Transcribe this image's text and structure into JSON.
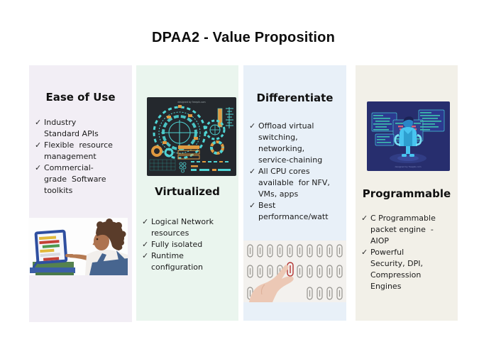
{
  "title": "DPAA2 - Value Proposition",
  "check_glyph": "✓",
  "background": "#ffffff",
  "title_color": "#0d0d0d",
  "columns": [
    {
      "id": "ease-of-use",
      "heading": "Ease of Use",
      "accent_bg": "#f2eef5",
      "items": [
        "Industry\nStandard APIs",
        "Flexible  resource\nmanagement",
        "Commercial-\ngrade  Software\ntoolkits"
      ],
      "image": {
        "name": "child-abacus-photo",
        "description": "Photo: child in denim overalls pointing at a blue abacus standing on books",
        "colors": {
          "abacus_frame": "#2f4fa0",
          "book_green": "#55824f",
          "book_blue": "#3c5fa6"
        }
      }
    },
    {
      "id": "virtualized",
      "heading": "Virtualized",
      "accent_bg": "#eaf5ee",
      "items": [
        "Logical Network\nresources",
        "Fully isolated",
        "Runtime\nconfiguration"
      ],
      "image": {
        "name": "hud-dashboard-illustration",
        "description": "Dark futuristic HUD dashboard with cyan dials and orange accents",
        "watermark": "designed by  freepik.com",
        "colors": {
          "bg": "#24282d",
          "cyan": "#4fd4d4",
          "orange": "#e09a40"
        }
      }
    },
    {
      "id": "differentiate",
      "heading": "Differentiate",
      "accent_bg": "#e8f0f8",
      "items": [
        "Offload virtual\nswitching,\nnetworking,\nservice-chaining",
        "All CPU cores\navailable  for NFV,\nVMs, apps",
        "Best\nperformance/watt"
      ],
      "image": {
        "name": "paperclips-photo",
        "description": "Photo: hand picking one red paper clip from rows of gray paper clips",
        "colors": {
          "bg": "#f3f1ee",
          "clip_gray": "#96948f",
          "clip_red": "#b23230"
        }
      }
    },
    {
      "id": "programmable",
      "heading": "Programmable",
      "accent_bg": "#f2f0e8",
      "items": [
        "C Programmable\npacket engine  -\nAIOP",
        "Powerful\nSecurity, DPI,\nCompression\nEngines"
      ],
      "image": {
        "name": "programmer-screens-illustration",
        "description": "Illustration: programmer seated before floating code windows on navy background",
        "watermark": "designed by  freepik.com",
        "colors": {
          "bg": "#272e6e",
          "screen": "#2c3a8f",
          "code": "#3ec4ae",
          "person": "#48c4f0"
        }
      }
    }
  ]
}
